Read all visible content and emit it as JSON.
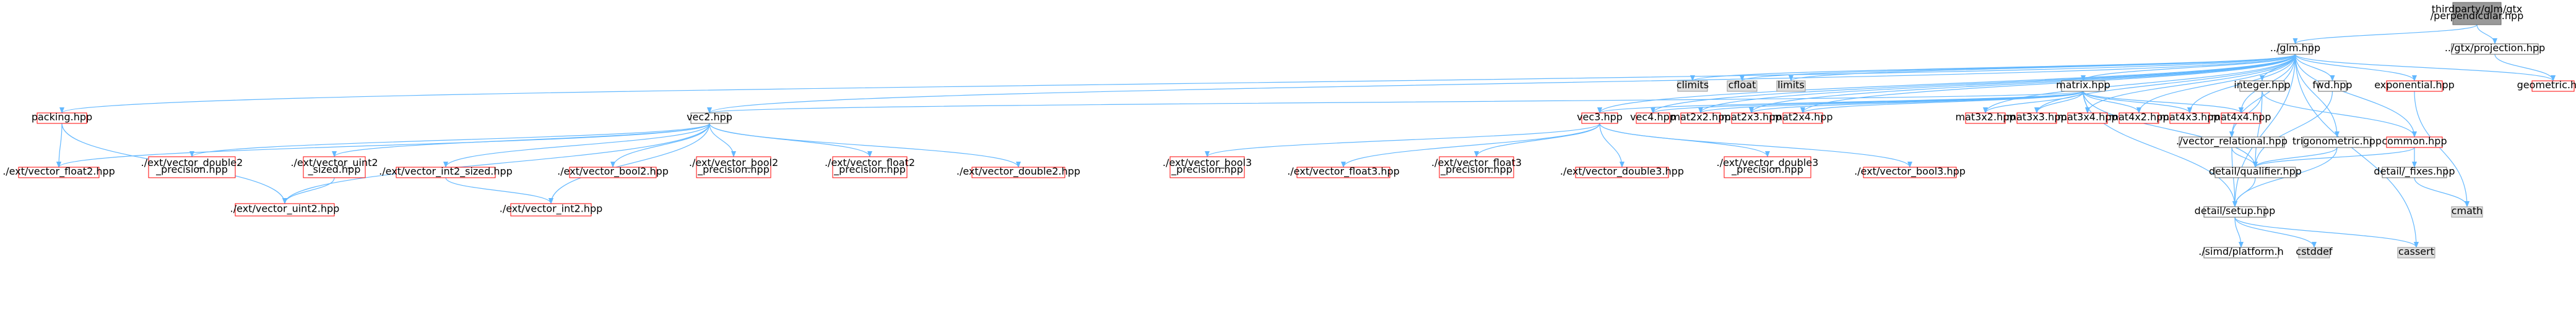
{
  "diagram": {
    "nodes": [
      {
        "id": "root",
        "label": "thirdparty/glm/gtx\n/perpendicular.hpp",
        "style": "root"
      },
      {
        "id": "glm",
        "label": "../glm.hpp",
        "style": "normal"
      },
      {
        "id": "gtxproj",
        "label": "../gtx/projection.hpp",
        "style": "normal"
      },
      {
        "id": "geometric",
        "label": "geometric.hpp",
        "style": "red"
      },
      {
        "id": "climits",
        "label": "climits",
        "style": "gray"
      },
      {
        "id": "cfloat",
        "label": "cfloat",
        "style": "gray"
      },
      {
        "id": "limits",
        "label": "limits",
        "style": "gray"
      },
      {
        "id": "matrix",
        "label": "matrix.hpp",
        "style": "normal"
      },
      {
        "id": "integer",
        "label": "integer.hpp",
        "style": "normal"
      },
      {
        "id": "fwd",
        "label": "fwd.hpp",
        "style": "normal"
      },
      {
        "id": "exponential",
        "label": "exponential.hpp",
        "style": "red"
      },
      {
        "id": "packing",
        "label": "packing.hpp",
        "style": "red"
      },
      {
        "id": "vec2",
        "label": "vec2.hpp",
        "style": "normal"
      },
      {
        "id": "vec3",
        "label": "vec3.hpp",
        "style": "red"
      },
      {
        "id": "vec4",
        "label": "vec4.hpp",
        "style": "red"
      },
      {
        "id": "mat2x2",
        "label": "mat2x2.hpp",
        "style": "red"
      },
      {
        "id": "mat2x3",
        "label": "mat2x3.hpp",
        "style": "red"
      },
      {
        "id": "mat2x4",
        "label": "mat2x4.hpp",
        "style": "red"
      },
      {
        "id": "mat3x2",
        "label": "mat3x2.hpp",
        "style": "red"
      },
      {
        "id": "mat3x3",
        "label": "mat3x3.hpp",
        "style": "red"
      },
      {
        "id": "mat3x4",
        "label": "mat3x4.hpp",
        "style": "red"
      },
      {
        "id": "mat4x2",
        "label": "mat4x2.hpp",
        "style": "red"
      },
      {
        "id": "mat4x3",
        "label": "mat4x3.hpp",
        "style": "red"
      },
      {
        "id": "mat4x4",
        "label": "mat4x4.hpp",
        "style": "red"
      },
      {
        "id": "vecrel",
        "label": "./vector_relational.hpp",
        "style": "normal"
      },
      {
        "id": "trig",
        "label": "trigonometric.hpp",
        "style": "normal"
      },
      {
        "id": "common",
        "label": "common.hpp",
        "style": "red"
      },
      {
        "id": "qualifier",
        "label": "detail/qualifier.hpp",
        "style": "normal"
      },
      {
        "id": "fixes",
        "label": "detail/_fixes.hpp",
        "style": "normal"
      },
      {
        "id": "cmath",
        "label": "cmath",
        "style": "gray"
      },
      {
        "id": "setup",
        "label": "detail/setup.hpp",
        "style": "normal"
      },
      {
        "id": "platform",
        "label": "./simd/platform.h",
        "style": "normal"
      },
      {
        "id": "cstddef",
        "label": "cstddef",
        "style": "gray"
      },
      {
        "id": "cassert",
        "label": "cassert",
        "style": "gray"
      },
      {
        "id": "evf2",
        "label": "./ext/vector_float2.hpp",
        "style": "red"
      },
      {
        "id": "evd2p",
        "label": "./ext/vector_double2\n_precision.hpp",
        "style": "red"
      },
      {
        "id": "evu2s",
        "label": "./ext/vector_uint2\n_sized.hpp",
        "style": "red"
      },
      {
        "id": "evi2s",
        "label": "./ext/vector_int2_sized.hpp",
        "style": "red"
      },
      {
        "id": "evb2",
        "label": "./ext/vector_bool2.hpp",
        "style": "red"
      },
      {
        "id": "evb2p",
        "label": "./ext/vector_bool2\n_precision.hpp",
        "style": "red"
      },
      {
        "id": "evf2p",
        "label": "./ext/vector_float2\n_precision.hpp",
        "style": "red"
      },
      {
        "id": "evd2",
        "label": "./ext/vector_double2.hpp",
        "style": "red"
      },
      {
        "id": "evu2",
        "label": "./ext/vector_uint2.hpp",
        "style": "red"
      },
      {
        "id": "evi2",
        "label": "./ext/vector_int2.hpp",
        "style": "red"
      },
      {
        "id": "evb3p",
        "label": "./ext/vector_bool3\n_precision.hpp",
        "style": "red"
      },
      {
        "id": "evf3",
        "label": "./ext/vector_float3.hpp",
        "style": "red"
      },
      {
        "id": "evf3p",
        "label": "./ext/vector_float3\n_precision.hpp",
        "style": "red"
      },
      {
        "id": "evd3",
        "label": "./ext/vector_double3.hpp",
        "style": "red"
      },
      {
        "id": "evd3p",
        "label": "./ext/vector_double3\n_precision.hpp",
        "style": "red"
      },
      {
        "id": "evb3",
        "label": "./ext/vector_bool3.hpp",
        "style": "red"
      }
    ],
    "edges": [
      [
        "root",
        "glm"
      ],
      [
        "root",
        "gtxproj"
      ],
      [
        "gtxproj",
        "geometric"
      ],
      [
        "glm",
        "climits"
      ],
      [
        "glm",
        "cfloat"
      ],
      [
        "glm",
        "limits"
      ],
      [
        "glm",
        "cassert"
      ],
      [
        "glm",
        "setup"
      ],
      [
        "glm",
        "fwd"
      ],
      [
        "glm",
        "vec2"
      ],
      [
        "glm",
        "vec3"
      ],
      [
        "glm",
        "vec4"
      ],
      [
        "glm",
        "mat2x2"
      ],
      [
        "glm",
        "mat2x3"
      ],
      [
        "glm",
        "mat2x4"
      ],
      [
        "glm",
        "mat3x2"
      ],
      [
        "glm",
        "mat3x3"
      ],
      [
        "glm",
        "mat3x4"
      ],
      [
        "glm",
        "mat4x2"
      ],
      [
        "glm",
        "mat4x3"
      ],
      [
        "glm",
        "mat4x4"
      ],
      [
        "glm",
        "trig"
      ],
      [
        "glm",
        "exponential"
      ],
      [
        "glm",
        "common"
      ],
      [
        "glm",
        "packing"
      ],
      [
        "glm",
        "geometric"
      ],
      [
        "glm",
        "matrix"
      ],
      [
        "glm",
        "vecrel"
      ],
      [
        "glm",
        "integer"
      ],
      [
        "matrix",
        "qualifier"
      ],
      [
        "matrix",
        "setup"
      ],
      [
        "matrix",
        "vec2"
      ],
      [
        "matrix",
        "vec3"
      ],
      [
        "matrix",
        "vec4"
      ],
      [
        "matrix",
        "mat2x2"
      ],
      [
        "matrix",
        "mat2x3"
      ],
      [
        "matrix",
        "mat2x4"
      ],
      [
        "matrix",
        "mat3x2"
      ],
      [
        "matrix",
        "mat3x3"
      ],
      [
        "matrix",
        "mat3x4"
      ],
      [
        "matrix",
        "mat4x2"
      ],
      [
        "matrix",
        "mat4x3"
      ],
      [
        "matrix",
        "mat4x4"
      ],
      [
        "integer",
        "qualifier"
      ],
      [
        "integer",
        "common"
      ],
      [
        "integer",
        "vecrel"
      ],
      [
        "fwd",
        "qualifier"
      ],
      [
        "exponential",
        "cmath"
      ],
      [
        "packing",
        "evf2"
      ],
      [
        "packing",
        "evu2"
      ],
      [
        "vec2",
        "evb2"
      ],
      [
        "vec2",
        "evb2p"
      ],
      [
        "vec2",
        "evf2"
      ],
      [
        "vec2",
        "evf2p"
      ],
      [
        "vec2",
        "evd2"
      ],
      [
        "vec2",
        "evd2p"
      ],
      [
        "vec2",
        "evi2"
      ],
      [
        "vec2",
        "evi2s"
      ],
      [
        "vec2",
        "evu2"
      ],
      [
        "vec2",
        "evu2s"
      ],
      [
        "evu2s",
        "evu2"
      ],
      [
        "evi2s",
        "evi2"
      ],
      [
        "vec3",
        "evb3"
      ],
      [
        "vec3",
        "evb3p"
      ],
      [
        "vec3",
        "evf3"
      ],
      [
        "vec3",
        "evf3p"
      ],
      [
        "vec3",
        "evd3"
      ],
      [
        "vec3",
        "evd3p"
      ],
      [
        "vecrel",
        "qualifier"
      ],
      [
        "vecrel",
        "setup"
      ],
      [
        "trig",
        "qualifier"
      ],
      [
        "trig",
        "setup"
      ],
      [
        "common",
        "qualifier"
      ],
      [
        "common",
        "fixes"
      ],
      [
        "fixes",
        "cmath"
      ],
      [
        "qualifier",
        "setup"
      ],
      [
        "setup",
        "cassert"
      ],
      [
        "setup",
        "cstddef"
      ],
      [
        "setup",
        "platform"
      ]
    ]
  },
  "colors": {
    "edge": "#63b8ff",
    "normal_border": "#666666",
    "red_border": "#ff0000",
    "gray_fill": "#e0e0e0",
    "gray_border": "#999999",
    "root_fill": "#999999",
    "root_border": "#666666",
    "text": "#000000"
  }
}
